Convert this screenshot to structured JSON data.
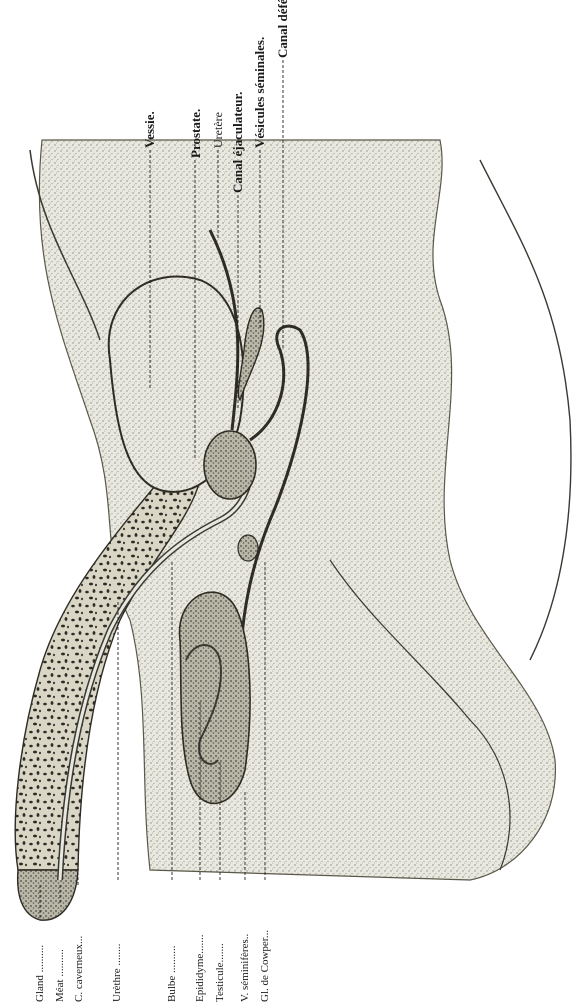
{
  "figure": {
    "labels_bottom": [
      "Gland ..........",
      "Méat ..........",
      "C. caverneux...",
      "Urèthre ........",
      "Bulbe ..........",
      "Epididyme.......",
      "Testicule.......",
      "V. séminifères..",
      "Gl. de Cowper..."
    ],
    "labels_top": [
      "Vessie.",
      "Prostate.",
      "Uretère",
      "Canal éjaculateur.",
      "Vésicules séminales.",
      "Canal déférent."
    ]
  }
}
